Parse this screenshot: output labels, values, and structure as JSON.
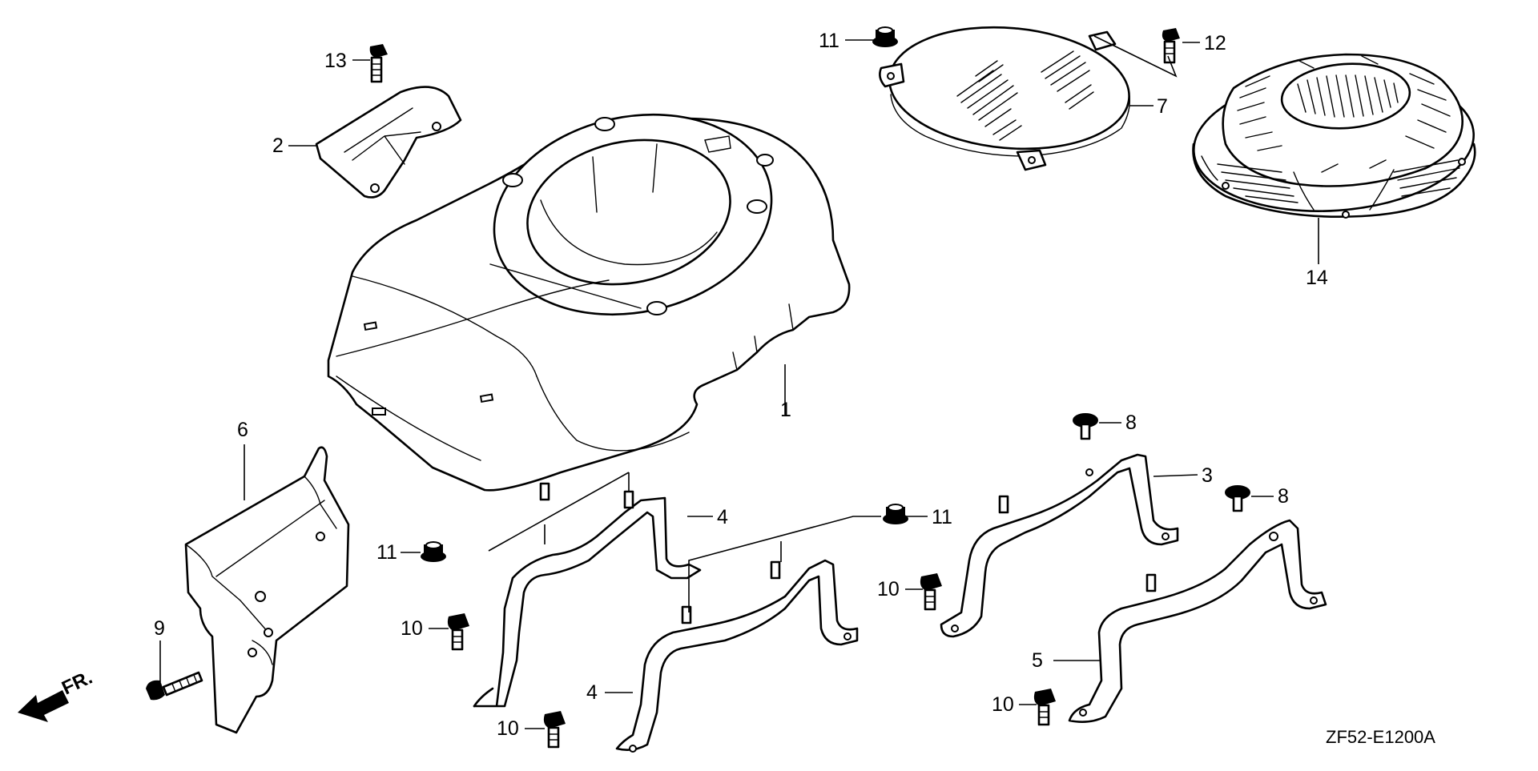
{
  "diagram_code": "ZF52-E1200A",
  "front_label": "FR.",
  "callouts": {
    "c1": "1",
    "c2": "2",
    "c3": "3",
    "c4a": "4",
    "c4b": "4",
    "c5": "5",
    "c6": "6",
    "c7": "7",
    "c8a": "8",
    "c8b": "8",
    "c9": "9",
    "c10a": "10",
    "c10b": "10",
    "c10c": "10",
    "c10d": "10",
    "c11a": "11",
    "c11b": "11",
    "c11c": "11",
    "c12": "12",
    "c13": "13",
    "c14": "14"
  }
}
